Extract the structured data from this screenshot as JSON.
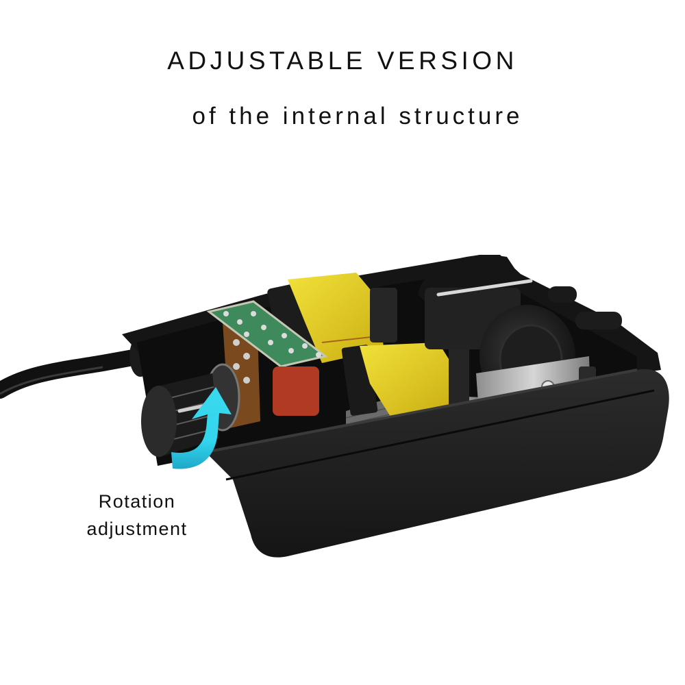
{
  "header": {
    "title": "ADJUSTABLE VERSION",
    "subtitle": "of the internal structure"
  },
  "callout": {
    "line1": "Rotation",
    "line2": "adjustment",
    "arrow_icon": "curved-arrow-up-icon",
    "arrow_color": "#2fd3ea"
  },
  "product": {
    "description": "Opened black air pump housing showing internal components",
    "components": [
      "power-cord",
      "rotation-knob",
      "potentiometer",
      "circuit-board",
      "capacitor",
      "yellow-coil-upper",
      "yellow-coil-lower",
      "laminated-iron-core",
      "pump-diaphragm-chamber",
      "air-outlet-nozzles",
      "metal-bracket"
    ],
    "colors": {
      "housing": "#1a1a1a",
      "coil_tape": "#e8d21c",
      "pcb": "#3f8a5c",
      "capacitor": "#b03a22",
      "metal": "#b9b9b9"
    }
  }
}
